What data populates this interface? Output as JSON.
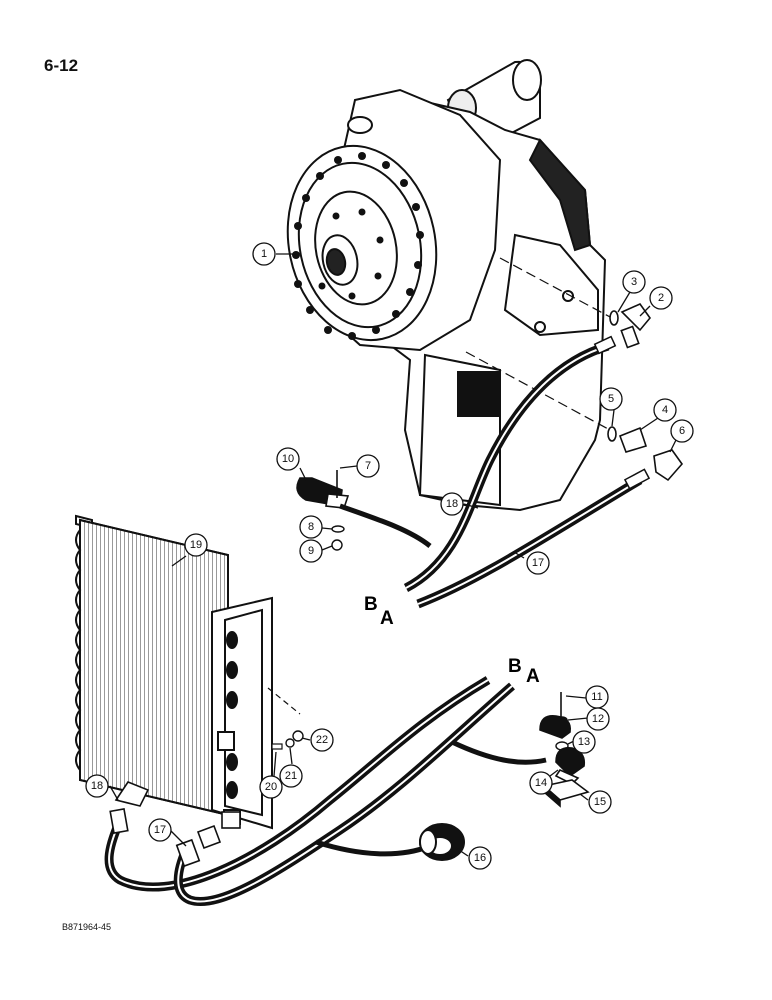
{
  "page": {
    "label": "6-12",
    "drawing_code": "B871964-45"
  },
  "hose_labels": {
    "b_upper": "B",
    "a_upper": "A",
    "b_lower": "B",
    "a_lower": "A"
  },
  "callouts": [
    {
      "id": "c1",
      "text": "1"
    },
    {
      "id": "c2",
      "text": "2"
    },
    {
      "id": "c3",
      "text": "3"
    },
    {
      "id": "c4",
      "text": "4"
    },
    {
      "id": "c5",
      "text": "5"
    },
    {
      "id": "c6",
      "text": "6"
    },
    {
      "id": "c7",
      "text": "7"
    },
    {
      "id": "c8",
      "text": "8"
    },
    {
      "id": "c9",
      "text": "9"
    },
    {
      "id": "c10",
      "text": "10"
    },
    {
      "id": "c11",
      "text": "11"
    },
    {
      "id": "c12",
      "text": "12"
    },
    {
      "id": "c13",
      "text": "13"
    },
    {
      "id": "c14",
      "text": "14"
    },
    {
      "id": "c15",
      "text": "15"
    },
    {
      "id": "c16",
      "text": "16"
    },
    {
      "id": "c17a",
      "text": "17"
    },
    {
      "id": "c17b",
      "text": "17"
    },
    {
      "id": "c18a",
      "text": "18"
    },
    {
      "id": "c18b",
      "text": "18"
    },
    {
      "id": "c19",
      "text": "19"
    },
    {
      "id": "c20",
      "text": "20"
    },
    {
      "id": "c21",
      "text": "21"
    },
    {
      "id": "c22",
      "text": "22"
    }
  ]
}
